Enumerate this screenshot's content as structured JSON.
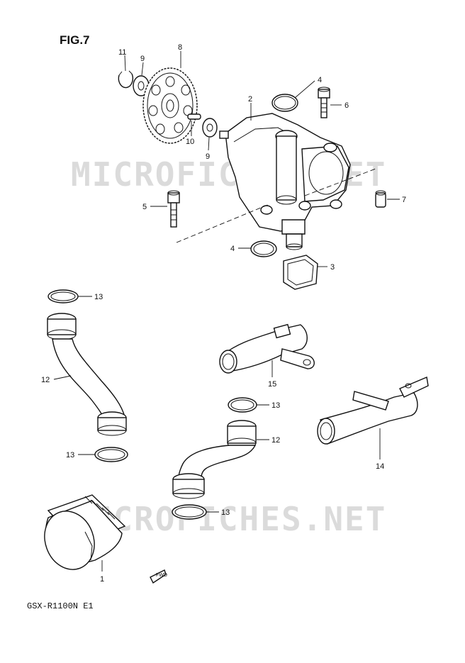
{
  "figure": {
    "title": "FIG.7",
    "model": "GSX-R1100N E1",
    "watermark": "MICROFICHES.NET",
    "fwd_label": "FWD"
  },
  "callouts": {
    "c11": "11",
    "c9a": "9",
    "c8": "8",
    "c2": "2",
    "c4a": "4",
    "c6": "6",
    "c10": "10",
    "c9b": "9",
    "c5": "5",
    "c7": "7",
    "c4b": "4",
    "c3": "3",
    "c13a": "13",
    "c12a": "12",
    "c15": "15",
    "c13b": "13",
    "c12b": "12",
    "c13c": "13",
    "c14": "14",
    "c13d": "13",
    "c1": "1"
  }
}
